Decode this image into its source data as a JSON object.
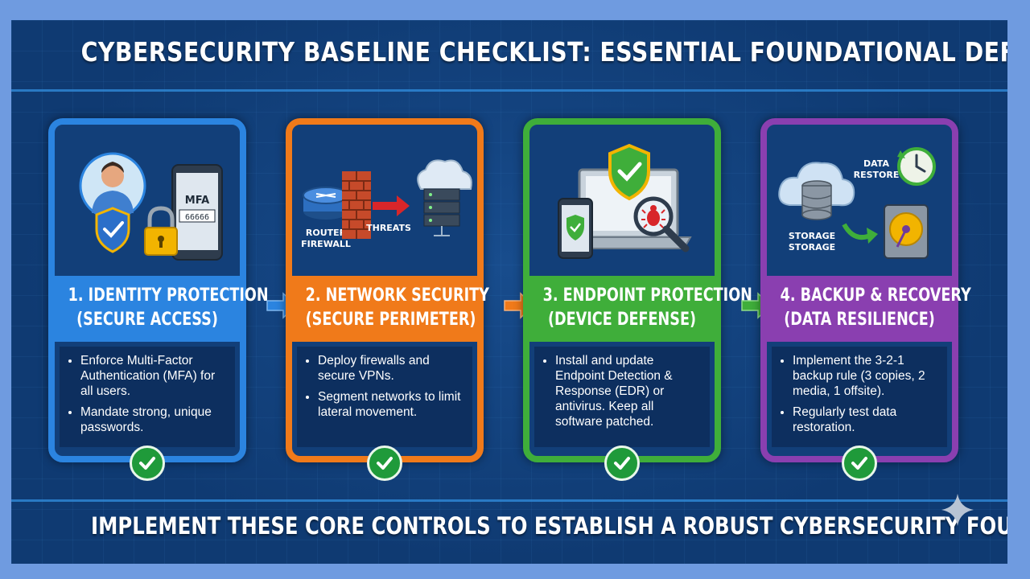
{
  "title": "CYBERSECURITY BASELINE CHECKLIST: ESSENTIAL FOUNDATIONAL DEFENSES",
  "footer": "IMPLEMENT THESE CORE CONTROLS TO ESTABLISH A ROBUST CYBERSECURITY FOUNDATION.",
  "colors": {
    "background": "#0f3a72",
    "outer": "#6f9be0",
    "blue": "#2b84e0",
    "orange": "#f07a1a",
    "green": "#3fae3a",
    "purple": "#8a3fb0",
    "check": "#1f9a3a"
  },
  "cards": [
    {
      "heading_line1": "1. IDENTITY PROTECTION",
      "heading_line2": "(SECURE ACCESS)",
      "bullets": [
        "Enforce Multi-Factor Authentication (MFA) for all users.",
        "Mandate strong, unique passwords."
      ],
      "labels": {
        "phone_title": "MFA",
        "phone_code": "66666"
      },
      "icons": [
        "user-avatar-icon",
        "shield-check-icon",
        "padlock-icon",
        "smartphone-icon"
      ]
    },
    {
      "heading_line1": "2. NETWORK SECURITY",
      "heading_line2": "(SECURE PERIMETER)",
      "bullets": [
        "Deploy firewalls and secure VPNs.",
        "Segment networks to limit lateral movement."
      ],
      "labels": {
        "router_line1": "ROUTER",
        "router_line2": "FIREWALL",
        "threats": "THREATS"
      },
      "icons": [
        "router-icon",
        "brick-wall-icon",
        "arrow-right-icon",
        "cloud-server-icon"
      ]
    },
    {
      "heading_line1": "3. ENDPOINT PROTECTION",
      "heading_line2": "(DEVICE DEFENSE)",
      "bullets": [
        "Install and update Endpoint Detection & Response (EDR) or antivirus. Keep all software patched."
      ],
      "icons": [
        "laptop-icon",
        "shield-check-icon",
        "smartphone-icon",
        "magnifier-bug-icon"
      ]
    },
    {
      "heading_line1": "4. BACKUP & RECOVERY",
      "heading_line2": "(DATA RESILIENCE)",
      "bullets": [
        "Implement the 3-2-1 backup rule (3 copies, 2 media, 1 offsite).",
        "Regularly test data restoration."
      ],
      "labels": {
        "data": "DATA",
        "restore": "RESTORE",
        "storage1": "STORAGE",
        "storage2": "STORAGE"
      },
      "icons": [
        "cloud-database-icon",
        "clock-restore-icon",
        "hard-drive-icon",
        "arrow-icon"
      ]
    }
  ]
}
